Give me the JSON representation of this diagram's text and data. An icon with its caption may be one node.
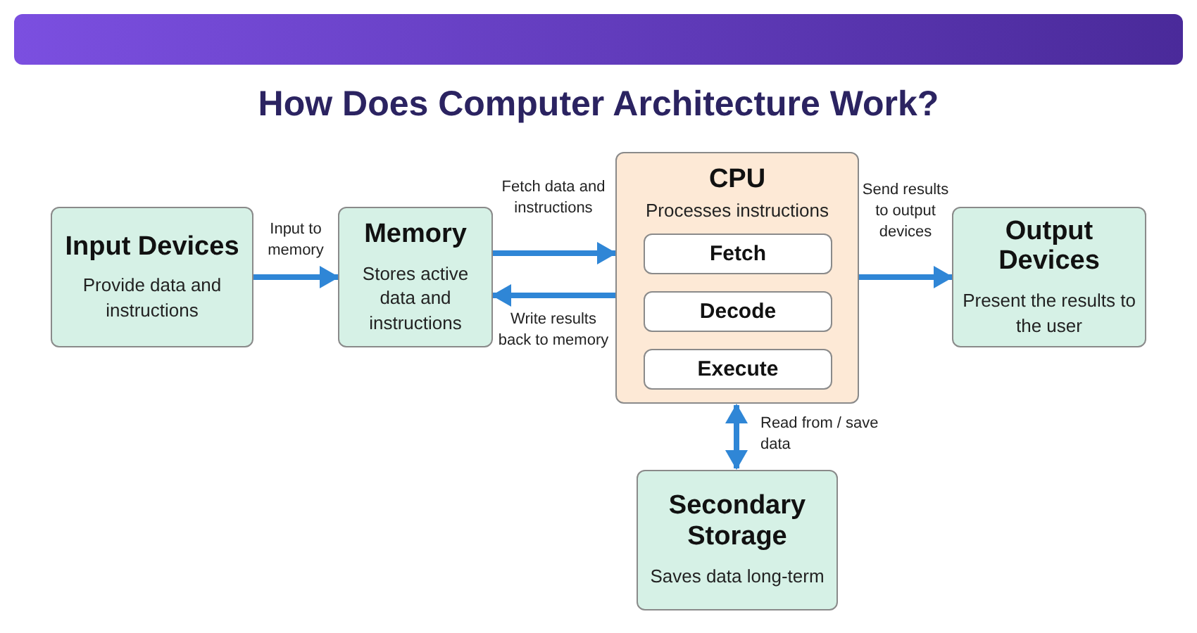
{
  "diagram": {
    "title": "How Does Computer Architecture Work?",
    "nodes": [
      {
        "text": [
          "Input Devices",
          "Provide data and instructions"
        ]
      },
      {
        "text": [
          "Memory",
          "Stores active data and instructions"
        ]
      },
      {
        "text": [
          "CPU",
          "Processes instructions"
        ]
      },
      {
        "text": [
          "Fetch"
        ],
        "in": 2
      },
      {
        "text": [
          "Decode"
        ],
        "in": 2
      },
      {
        "text": [
          "Execute"
        ],
        "in": 2
      },
      {
        "text": [
          "Output Devices",
          "Present the results to the user"
        ]
      },
      {
        "text": [
          "Secondary Storage",
          "Saves data long-term"
        ]
      }
    ],
    "edges": [
      {
        "from": 0,
        "to": 1,
        "arrow": "to",
        "label": "Input to memory"
      },
      {
        "from": 1,
        "to": 2,
        "arrow": "to",
        "label": "Fetch data and instructions"
      },
      {
        "from": 2,
        "to": 1,
        "arrow": "to",
        "label": "Write results back to memory"
      },
      {
        "from": 2,
        "to": 6,
        "arrow": "to",
        "label": "Send results to output devices"
      },
      {
        "from": 2,
        "to": 7,
        "arrow": "both",
        "label": "Read from / save data"
      }
    ]
  }
}
